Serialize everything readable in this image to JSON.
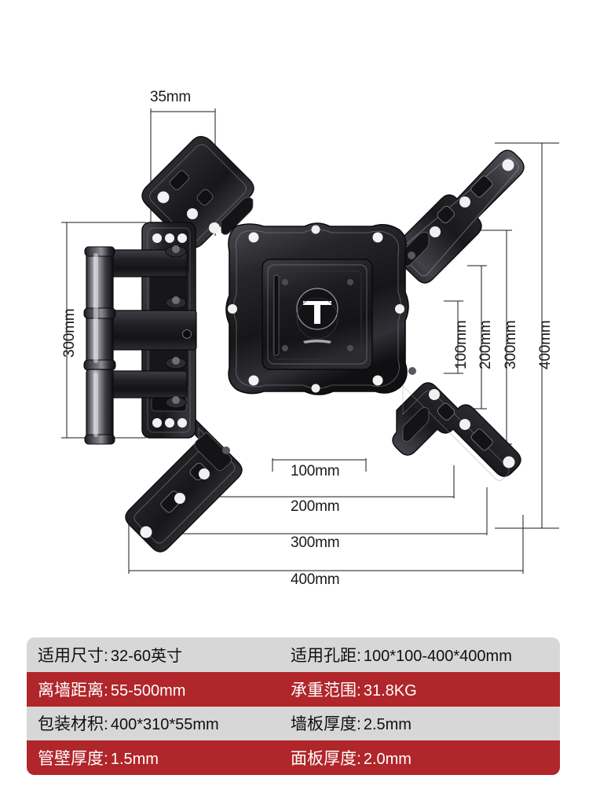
{
  "product": {
    "type": "tv-wall-mount-bracket-diagram",
    "description": "Full-motion articulating TV wall mount bracket, technical dimension drawing"
  },
  "diagram": {
    "unit": "mm",
    "dimensions": {
      "top_offset": "35mm",
      "left_height": "300mm",
      "right_vertical": [
        "100mm",
        "200mm",
        "300mm",
        "400mm"
      ],
      "bottom_horizontal": [
        "100mm",
        "200mm",
        "300mm",
        "400mm"
      ]
    },
    "labels": {
      "top_35": "35mm",
      "left_300": "300mm",
      "right_100": "100mm",
      "right_200": "200mm",
      "right_300": "300mm",
      "right_400": "400mm",
      "bottom_100": "100mm",
      "bottom_200": "200mm",
      "bottom_300": "300mm",
      "bottom_400": "400mm"
    }
  },
  "spec_table": {
    "rows": [
      {
        "style": "gray",
        "left_key": "适用尺寸:",
        "left_value": "32-60英寸",
        "right_key": "适用孔距:",
        "right_value": "100*100-400*400mm"
      },
      {
        "style": "red",
        "left_key": "离墙距离:",
        "left_value": "55-500mm",
        "right_key": "承重范围:",
        "right_value": "31.8KG"
      },
      {
        "style": "gray",
        "left_key": "包装材积:",
        "left_value": "400*310*55mm",
        "right_key": "墙板厚度:",
        "right_value": "2.5mm"
      },
      {
        "style": "red",
        "left_key": "管壁厚度:",
        "left_value": "1.5mm",
        "right_key": "面板厚度:",
        "right_value": "2.0mm"
      }
    ]
  },
  "colors": {
    "row_gray": "#d7d7d7",
    "row_red": "#b0262a",
    "text_dark": "#101010",
    "text_light": "#ffffff",
    "dim_line": "#1a1a1a",
    "metal_dark": "#1b1b1d",
    "metal_mid": "#3a3a3e",
    "metal_light": "#6e6e74",
    "background": "#ffffff"
  }
}
